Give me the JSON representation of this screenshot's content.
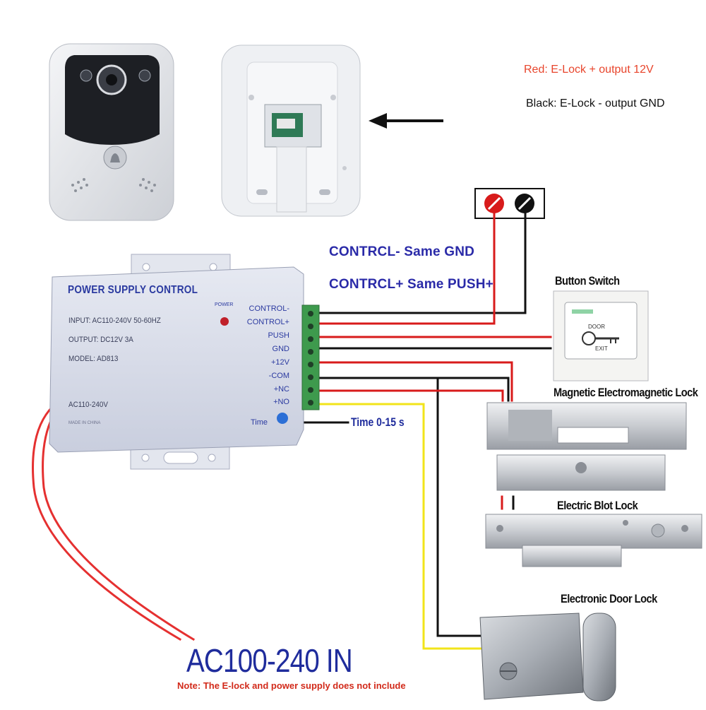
{
  "legend": {
    "red": "Red: E-Lock + output 12V",
    "black": "Black: E-Lock - output GND"
  },
  "notes": {
    "control_minus": "CONTRCL-  Same GND",
    "control_plus": "CONTRCL+ Same PUSH+",
    "time": "Time 0-15 s",
    "ac_in": "AC100-240 IN",
    "disclaimer": "Note: The E-lock and power supply does not include"
  },
  "devices": {
    "button_switch": "Button Switch",
    "button_door": "DOOR",
    "button_exit": "EXIT",
    "mag_lock": "Magnetic Electromagnetic Lock",
    "bolt_lock": "Electric Blot Lock",
    "door_lock": "Electronic Door Lock"
  },
  "psu": {
    "title": "POWER SUPPLY CONTROL",
    "input": "INPUT: AC110-240V  50-60HZ",
    "output": "OUTPUT:  DC12V   3A",
    "model": "MODEL:  AD813",
    "ac_label": "AC110-240V",
    "made_in": "MADE IN CHINA",
    "power_led": "POWER",
    "time_knob": "Time",
    "terminals": [
      "CONTROL-",
      "CONTROL+",
      "PUSH",
      "GND",
      "+12V",
      "-COM",
      "+NC",
      "+NO"
    ]
  },
  "colors": {
    "wire_red": "#d81b1b",
    "wire_black": "#111111",
    "wire_yellow": "#f2e41a",
    "note_blue": "#2a2aa8"
  }
}
